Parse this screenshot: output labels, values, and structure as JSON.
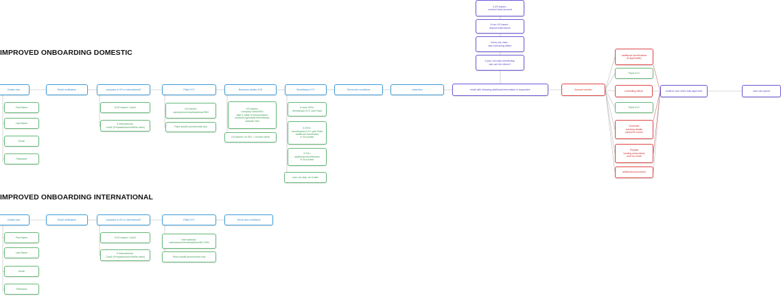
{
  "sections": {
    "domestic_title": "IMPROVED ONBOARDING DOMESTIC",
    "international_title": "IMPROVED ONBOARDING INTERNATIONAL"
  },
  "domestic": {
    "create_user": "Create user",
    "first_name": "First Name",
    "last_name": "Last Name",
    "email": "Email",
    "password": "Password",
    "email_verification": "Email verification",
    "company_question": "company in US or international?",
    "if_us_based": "if US based= Card1",
    "if_international": "if international=\nCard2 (Prepaid/Invoice/White label)",
    "plaid_kyc": "Plaid KYC",
    "us_based_plaid": "US based=\nname/phone/email/address/SSN",
    "plaid_autofill": "Plaid autofill phone/email only",
    "business_details": "Business details KYB",
    "us_based_business": "US based=\ncompany name/EIN/\ndate & state of incorporation/\nbusiness type/address/industry/\nwebsite/ SIN",
    "us_based_no_ein": "US based= no EIN -> Invoice client",
    "beneficiary_kyc": "Beneficiary KYC",
    "if_more_25": "if more 25%=\nBeneficiary KYC with Plaid",
    "if_25_less": "if 25%<\nbeneficiaries KYC with Plaid\nadditional beneficiary\nin 3rd phase",
    "if_0": "if 0%=\nadditional beneficiaries\nin 3rd phase",
    "user_can_skip": "user can skip -do it later",
    "terms": "Terms and conditions",
    "restriction": "restriction",
    "email_requested": "email with following additional information is requested:",
    "if_us_connect": "if US based -\nconnect bank account",
    "if_non_us": "if non US based -\ndeposit instructions",
    "every_user_case": "every use case -\nadd controlling officer",
    "if_main_beneficiary": "if your not main beneficiary,\nwho are the others?",
    "account_section": "Account section",
    "additional_beneficiaries": "additional beneficiaries\n(if applicable)",
    "plaid_kyc_1": "Plaid KYC",
    "controlling_officer": "controlling officer",
    "plaid_kyc_2": "Plaid KYC",
    "domestic_banking": "Domestic\nbanking details\npayment source",
    "prepaid_funding": "Prepaid\nfunding instructions\nsent by email",
    "additional_documents": "additional documents",
    "email_when_approved": "email to user when fully approved",
    "user_can_spend": "user can spend"
  },
  "international": {
    "create_user": "Create user",
    "first_name": "First Name",
    "last_name": "Last Name",
    "email": "Email",
    "password": "Password",
    "email_verification": "Email verification",
    "company_question": "company in US or international?",
    "if_us_based": "if US based= Card1",
    "if_international": "if international=\nCard2 (Prepaid/Invoice/White label)",
    "plaid_kyc": "Plaid KYC",
    "international_plaid": "International=\nname/phone/email/address/NO SSN",
    "plaid_autofill": "Plaid autofill phone/email only",
    "terms": "Terms and conditions"
  }
}
